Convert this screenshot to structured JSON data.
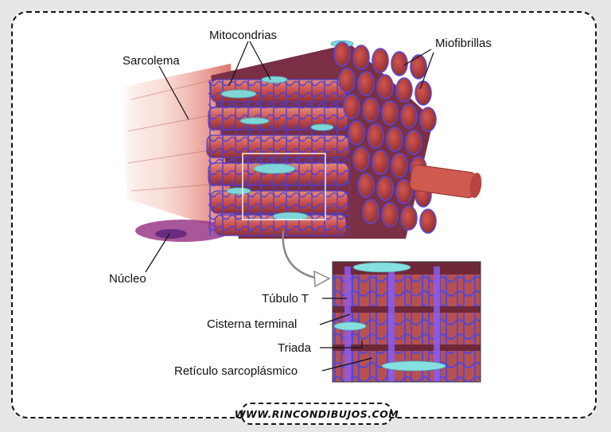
{
  "labels": {
    "mitocondrias": "Mitocondrias",
    "sarcolema": "Sarcolema",
    "miofibrillas": "Miofibrillas",
    "nucleo": "Núcleo",
    "tubulo_t": "Túbulo T",
    "cisterna_terminal": "Cisterna terminal",
    "triada": "Triada",
    "reticulo": "Retículo sarcoplásmico"
  },
  "footer": {
    "website": "WWW.RINCONDIBUJOS.COM"
  },
  "colors": {
    "muscle": "#c94f4f",
    "muscle_light": "#f2b6aa",
    "fiber_end": "#b33a3a",
    "reticulum": "#5b4fd6",
    "mitochondria": "#7ed6d8"
  }
}
